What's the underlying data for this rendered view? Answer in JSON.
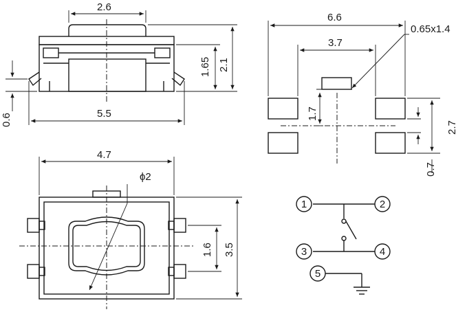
{
  "side_view": {
    "dim_top": "2.6",
    "dim_height_inner": "1.65",
    "dim_height_total": "2.1",
    "dim_base": "0.6",
    "dim_width": "5.5"
  },
  "footprint": {
    "dim_span": "6.6",
    "dim_pad_spacing": "3.7",
    "dim_pad_size": "0.65x1.4",
    "dim_center_gap": "1.7",
    "dim_vertical_pitch": "2.7",
    "dim_pad_height": "0.7"
  },
  "top_view": {
    "dim_width": "4.7",
    "dim_diameter": "ϕ2",
    "dim_inner_pitch": "1.6",
    "dim_height": "3.5"
  },
  "schematic": {
    "pins": [
      "1",
      "2",
      "3",
      "4",
      "5"
    ]
  }
}
